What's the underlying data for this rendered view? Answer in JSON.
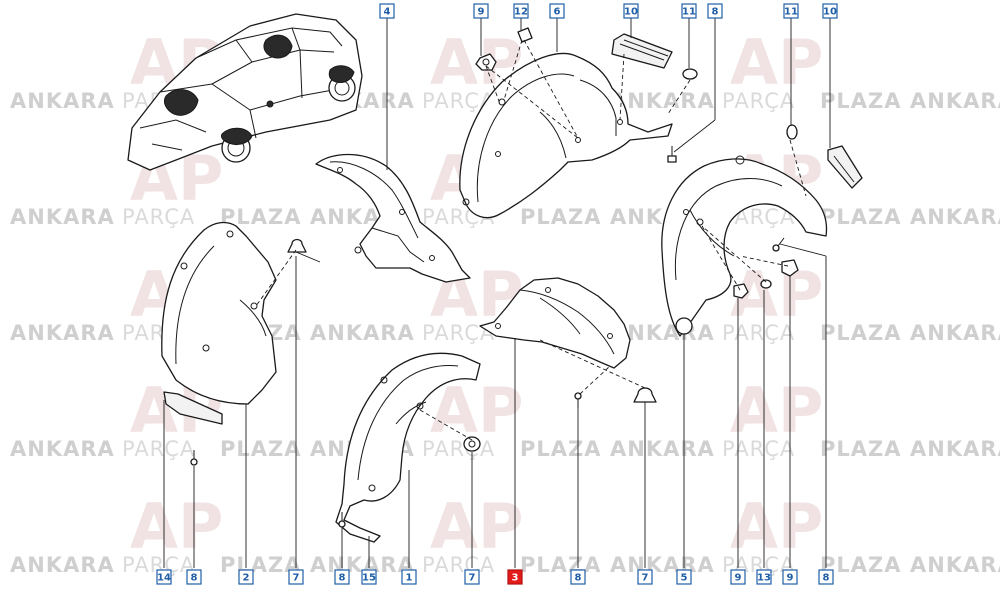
{
  "watermark": {
    "word1": "ANKARA",
    "word2": "PARÇA",
    "word3": "PLAZA",
    "logo": "AP"
  },
  "callouts": [
    {
      "id": "c-top-9",
      "label": "9"
    },
    {
      "id": "c-top-12",
      "label": "12"
    },
    {
      "id": "c-top-6",
      "label": "6"
    },
    {
      "id": "c-top-4",
      "label": "4"
    },
    {
      "id": "c-top-10a",
      "label": "10"
    },
    {
      "id": "c-top-11a",
      "label": "11"
    },
    {
      "id": "c-top-8",
      "label": "8"
    },
    {
      "id": "c-top-11b",
      "label": "11"
    },
    {
      "id": "c-top-10b",
      "label": "10"
    },
    {
      "id": "c-bot-14",
      "label": "14"
    },
    {
      "id": "c-bot-8a",
      "label": "8"
    },
    {
      "id": "c-bot-2",
      "label": "2"
    },
    {
      "id": "c-bot-7a",
      "label": "7"
    },
    {
      "id": "c-bot-8b",
      "label": "8"
    },
    {
      "id": "c-bot-15",
      "label": "15"
    },
    {
      "id": "c-bot-1",
      "label": "1"
    },
    {
      "id": "c-bot-7b",
      "label": "7"
    },
    {
      "id": "c-bot-3",
      "label": "3",
      "highlight": true
    },
    {
      "id": "c-bot-8c",
      "label": "8"
    },
    {
      "id": "c-bot-7c",
      "label": "7"
    },
    {
      "id": "c-bot-5",
      "label": "5"
    },
    {
      "id": "c-bot-9a",
      "label": "9"
    },
    {
      "id": "c-bot-13",
      "label": "13"
    },
    {
      "id": "c-bot-9b",
      "label": "9"
    },
    {
      "id": "c-bot-8d",
      "label": "8"
    }
  ],
  "colors": {
    "callout_border": "#1f5fa8",
    "callout_text": "#1f5fa8",
    "highlight": "#e31b1b",
    "line": "#1a1a1a",
    "watermark": "#cfcfcf"
  }
}
